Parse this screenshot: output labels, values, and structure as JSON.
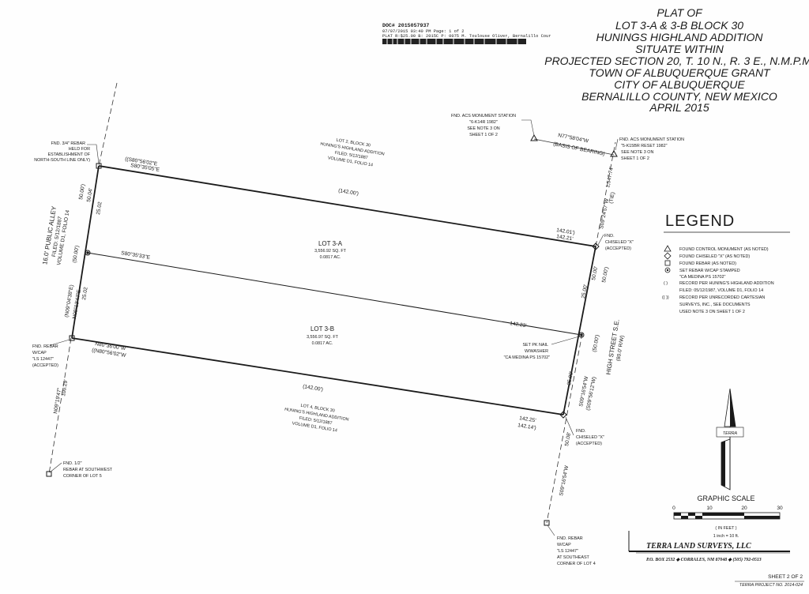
{
  "colors": {
    "ink": "#1a1a1a",
    "paper": "#fefefe"
  },
  "recording": {
    "doc": "DOC# 2015057937",
    "line2": "07/07/2015 03:40 PM Page: 1 of 2",
    "line3": "PLAT R:$25.00 B: 2015C P: 0075 M. Toulouse Oliver, Bernalillo Cour"
  },
  "title": [
    "PLAT OF",
    "LOT 3-A & 3-B BLOCK 30",
    "HUNINGS HIGHLAND ADDITION",
    "SITUATE WITHIN",
    "PROJECTED SECTION 20, T. 10 N., R. 3 E., N.M.P.M.",
    "TOWN OF ALBUQUERQUE GRANT",
    "CITY OF ALBUQUERQUE",
    "BERNALILLO COUNTY, NEW MEXICO",
    "APRIL 2015"
  ],
  "notes": {
    "nw_rebar": [
      "FND. 3/4\" REBAR",
      "HELD FOR",
      "ESTABLISHMENT OF",
      "NORTH-SOUTH LINE ONLY)"
    ],
    "acs_1": [
      "FND. ACS MONUMENT STATION",
      "\"6-K14R 1982\"",
      "SEE NOTE 3 ON",
      "SHEET 1 OF 2"
    ],
    "acs_2": [
      "FND. ACS MONUMENT STATION",
      "\"5-K15BR RESET 1982\"",
      "SEE NOTE 3 ON",
      "SHEET 1 OF 2"
    ],
    "ne_chiseled": [
      "FND.",
      "CHISELED \"X\"",
      "(ACCEPTED)"
    ],
    "pk_nail": [
      "SET PK NAIL",
      "W/WASHER",
      "\"CA MEDINA PS 15702\""
    ],
    "w_rebar": [
      "FND. REBAR",
      "W/CAP",
      "\"LS 12447\"",
      "(ACCEPTED)"
    ],
    "se_chiseled": [
      "FND.",
      "CHISELED \"X\"",
      "(ACCEPTED)"
    ],
    "sw_rebar": [
      "FND. 1/2\"",
      "REBAR AT SOUTHWEST",
      "CORNER OF LOT 5"
    ],
    "se_rebar": [
      "FND. REBAR",
      "W/CAP",
      "\"LS 12447\"",
      "AT SOUTHEAST",
      "CORNER OF LOT 4"
    ]
  },
  "adjoiners": {
    "lot2": [
      "LOT 2, BLOCK 30",
      "HUNING'S HIGHLAND ADDITION",
      "FILED: 5/12/1887",
      "VOLUME D1, FOLIO 14"
    ],
    "lot4": [
      "LOT 4, BLOCK 30",
      "HUNING'S HIGHLAND ADDITION",
      "FILED: 5/12/1887",
      "VOLUME D1, FOLIO 14"
    ],
    "alley": [
      "16.0' PUBLIC ALLEY",
      "FILED: 5/12/1887",
      "VOLUME D1, FOLIO 14"
    ],
    "street": [
      "HIGH STREET S.E.",
      "(80.0' R/W)"
    ]
  },
  "lots": {
    "a": {
      "name": "LOT 3-A",
      "area": "3,556.92 SQ. FT",
      "acres": "0.0817 AC."
    },
    "b": {
      "name": "LOT 3-B",
      "area": "3,556.97 SQ. FT",
      "acres": "0.0817 AC."
    }
  },
  "bearings": {
    "north_rec": "((S80°56'02\"E",
    "north": "S80°35'05\"E",
    "mid": "S80°35'33\"E",
    "south": "N80°36'00\"W",
    "south_rec": "((N80°56'02\"W",
    "basis": "N77°58'04\"W",
    "basis_label": "(BASIS OF BEARING)",
    "tie": "S09°24'57\"W",
    "tie_dist": "1,547.74'",
    "tie_label": "(TIE)",
    "west_1": "N09°13'47\"E",
    "west_1_rec": "(N09°04'38\"E)",
    "se_1": "S09°16'54\"W",
    "se_1_rec": "(S09°56'12\"W)",
    "se_2": "S09°16'54\"W",
    "sw": "N09°19'47\""
  },
  "distances": {
    "north_rec": "(142.00')",
    "ne_rec": "142.01')",
    "ne": "142.21'",
    "mid": "142.23'",
    "south_rec": "(142.00')",
    "se": "142.25'",
    "se_rec": "142.14')",
    "w_top": "50.00')",
    "w_top_b": "50.04'",
    "w_top_half": "25.02",
    "w_mid_rec": "(50.00')",
    "w_mid_half": "25.02",
    "e_1": "50.00'",
    "e_1_rec": "50.00')",
    "e_1_half": "25.00'",
    "e_2_rec": "(50.00')",
    "e_2_half": "25.00'",
    "sw": "100.29'",
    "se_dist": "50.08'"
  },
  "legend": {
    "heading": "LEGEND",
    "items": [
      {
        "icon": "triangle-icon",
        "text": "FOUND CONTROL MONUMENT (AS NOTED)"
      },
      {
        "icon": "diamond-x-icon",
        "text": "FOUND CHISELED \"X\" (AS NOTED)"
      },
      {
        "icon": "square-icon",
        "text": "FOUND REBAR (AS NOTED)"
      },
      {
        "icon": "dot-circle-icon",
        "text": "SET REBAR W/CAP STAMPED"
      },
      {
        "icon": "",
        "text": "\"CA MEDINA PS 15702\""
      },
      {
        "icon": "( )",
        "text": "RECORD PER HUNING'S HIGHLAND ADDITION"
      },
      {
        "icon": "",
        "text": "FILED: 05/12/1987, VOLUME D1, FOLIO 14"
      },
      {
        "icon": "(( ))",
        "text": "RECORD PER UNRECORDED CARTESIAN"
      },
      {
        "icon": "",
        "text": "SURVEYS, INC., SEE DOCUMENTS"
      },
      {
        "icon": "",
        "text": "USED NOTE 3 ON SHEET 1 OF 2"
      }
    ]
  },
  "north_arrow": {
    "label": "TERRA"
  },
  "scale": {
    "title": "GRAPHIC SCALE",
    "ticks": [
      "0",
      "10",
      "20",
      "30"
    ],
    "unit": "( IN FEET )",
    "ratio": "1 inch = 10 ft."
  },
  "company": {
    "name": "TERRA LAND SURVEYS, LLC",
    "address": "P.O. BOX 2532 ◆ CORRALES, NM 87048 ◆ (505) 792-0513"
  },
  "sheet": "SHEET 2 OF 2",
  "project": "TERRA PROJECT NO. 2014-024"
}
